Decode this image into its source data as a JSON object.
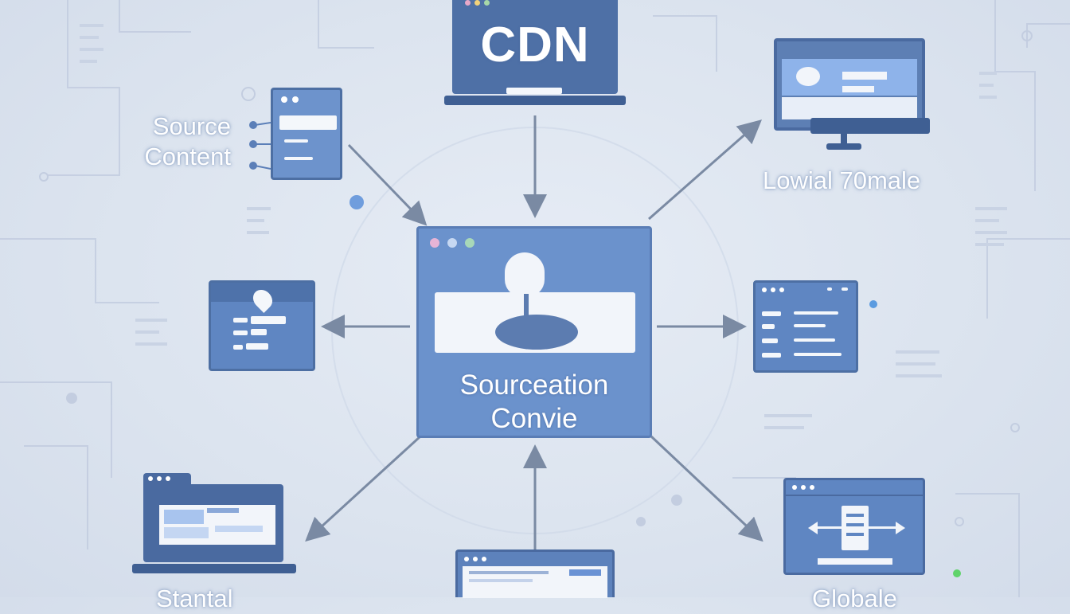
{
  "cdn": {
    "label": "CDN"
  },
  "source_content": {
    "line1": "Source",
    "line2": "Content"
  },
  "center": {
    "line1": "Sourceation",
    "line2": "Convie"
  },
  "top_right": {
    "label": "Lowial 70male"
  },
  "bottom_left": {
    "label": "Stantal"
  },
  "bottom_right": {
    "label": "Globale"
  },
  "colors": {
    "window_fill": "#6a8fc6",
    "window_border": "#4d6fa3",
    "arrow": "#7a8aa3",
    "accent_blue": "#5b8fd9",
    "accent_green": "#5fd36a",
    "background": "#dce4ef"
  }
}
